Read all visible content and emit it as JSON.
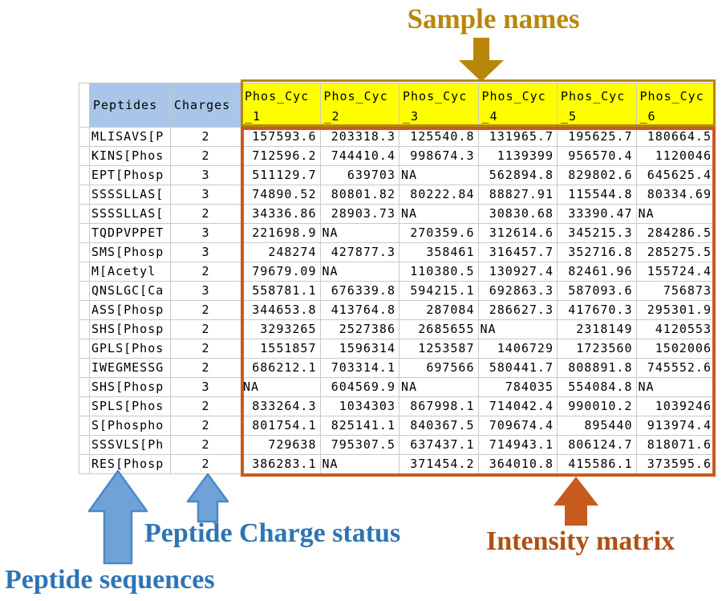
{
  "annotations": {
    "sample_names": "Sample names",
    "peptide_sequences": "Peptide sequences",
    "peptide_charge_status": "Peptide Charge status",
    "intensity_matrix": "Intensity matrix"
  },
  "colors": {
    "gridline": "#c9c9c9",
    "header_blue": "#a9c5e8",
    "yellow": "#ffff00",
    "goldenrod": "#b8860b",
    "orange": "#c75b1e",
    "orange_text": "#b04f14",
    "blue_text": "#2e74b5",
    "arrow_blue_fill": "#6fa3d8",
    "arrow_blue_stroke": "#4d87c7"
  },
  "table": {
    "headers": {
      "peptides": "Peptides",
      "charges": "Charges"
    },
    "sample_columns": [
      {
        "name": "Phos_Cyc_1",
        "line1": "Phos_Cyc",
        "line2": "_1"
      },
      {
        "name": "Phos_Cyc_2",
        "line1": "Phos_Cyc",
        "line2": "_2"
      },
      {
        "name": "Phos_Cyc_3",
        "line1": "Phos_Cyc",
        "line2": "_3"
      },
      {
        "name": "Phos_Cyc_4",
        "line1": "Phos_Cyc",
        "line2": "_4"
      },
      {
        "name": "Phos_Cyc_5",
        "line1": "Phos_Cyc",
        "line2": "_5"
      },
      {
        "name": "Phos_Cyc_6",
        "line1": "Phos_Cyc",
        "line2": "_6"
      }
    ],
    "rows": [
      {
        "peptide": "MLISAVS[P",
        "charge": "2",
        "values": [
          "157593.6",
          "203318.3",
          "125540.8",
          "131965.7",
          "195625.7",
          "180664.5"
        ]
      },
      {
        "peptide": "KINS[Phos",
        "charge": "2",
        "values": [
          "712596.2",
          "744410.4",
          "998674.3",
          "1139399",
          "956570.4",
          "1120046"
        ]
      },
      {
        "peptide": "EPT[Phosp",
        "charge": "3",
        "values": [
          "511129.7",
          "639703",
          "NA",
          "562894.8",
          "829802.6",
          "645625.4"
        ]
      },
      {
        "peptide": "SSSSLLAS[",
        "charge": "3",
        "values": [
          "74890.52",
          "80801.82",
          "80222.84",
          "88827.91",
          "115544.8",
          "80334.69"
        ]
      },
      {
        "peptide": "SSSSLLAS[",
        "charge": "2",
        "values": [
          "34336.86",
          "28903.73",
          "NA",
          "30830.68",
          "33390.47",
          "NA"
        ]
      },
      {
        "peptide": "TQDPVPPET",
        "charge": "3",
        "values": [
          "221698.9",
          "NA",
          "270359.6",
          "312614.6",
          "345215.3",
          "284286.5"
        ]
      },
      {
        "peptide": "SMS[Phosp",
        "charge": "3",
        "values": [
          "248274",
          "427877.3",
          "358461",
          "316457.7",
          "352716.8",
          "285275.5"
        ]
      },
      {
        "peptide": "M[Acetyl",
        "charge": "2",
        "values": [
          "79679.09",
          "NA",
          "110380.5",
          "130927.4",
          "82461.96",
          "155724.4"
        ]
      },
      {
        "peptide": "QNSLGC[Ca",
        "charge": "3",
        "values": [
          "558781.1",
          "676339.8",
          "594215.1",
          "692863.3",
          "587093.6",
          "756873"
        ]
      },
      {
        "peptide": "ASS[Phosp",
        "charge": "2",
        "values": [
          "344653.8",
          "413764.8",
          "287084",
          "286627.3",
          "417670.3",
          "295301.9"
        ]
      },
      {
        "peptide": "SHS[Phosp",
        "charge": "2",
        "values": [
          "3293265",
          "2527386",
          "2685655",
          "NA",
          "2318149",
          "4120553"
        ]
      },
      {
        "peptide": "GPLS[Phos",
        "charge": "2",
        "values": [
          "1551857",
          "1596314",
          "1253587",
          "1406729",
          "1723560",
          "1502006"
        ]
      },
      {
        "peptide": "IWEGMESSG",
        "charge": "2",
        "values": [
          "686212.1",
          "703314.1",
          "697566",
          "580441.7",
          "808891.8",
          "745552.6"
        ]
      },
      {
        "peptide": "SHS[Phosp",
        "charge": "3",
        "values": [
          "NA",
          "604569.9",
          "NA",
          "784035",
          "554084.8",
          "NA"
        ]
      },
      {
        "peptide": "SPLS[Phos",
        "charge": "2",
        "values": [
          "833264.3",
          "1034303",
          "867998.1",
          "714042.4",
          "990010.2",
          "1039246"
        ]
      },
      {
        "peptide": "S[Phospho",
        "charge": "2",
        "values": [
          "801754.1",
          "825141.1",
          "840367.5",
          "709674.4",
          "895440",
          "913974.4"
        ]
      },
      {
        "peptide": "SSSVLS[Ph",
        "charge": "2",
        "values": [
          "729638",
          "795307.5",
          "637437.1",
          "714943.1",
          "806124.7",
          "818071.6"
        ]
      },
      {
        "peptide": "RES[Phosp",
        "charge": "2",
        "values": [
          "386283.1",
          "NA",
          "371454.2",
          "364010.8",
          "415586.1",
          "373595.6"
        ]
      }
    ]
  }
}
